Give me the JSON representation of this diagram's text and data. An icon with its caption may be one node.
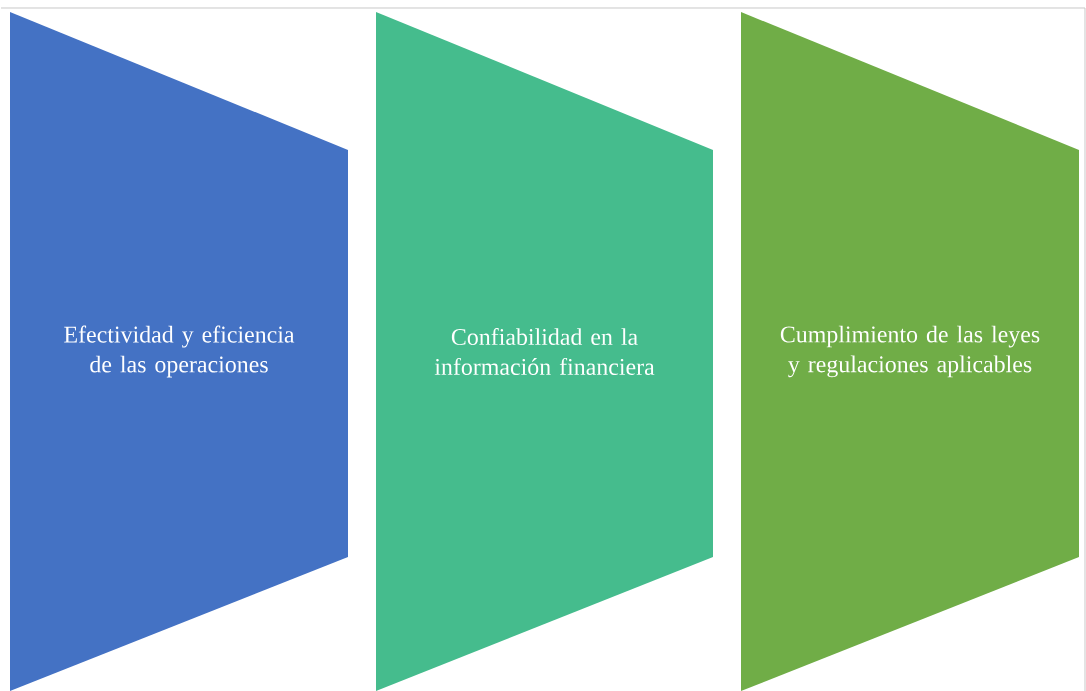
{
  "diagram": {
    "nodes": [
      {
        "text": [
          "Efectividad y eficiencia de las operaciones"
        ]
      },
      {
        "text": [
          "Confiabilidad en la información financiera"
        ]
      },
      {
        "text": [
          "Cumplimiento de las leyes y regulaciones aplicables"
        ]
      }
    ]
  }
}
